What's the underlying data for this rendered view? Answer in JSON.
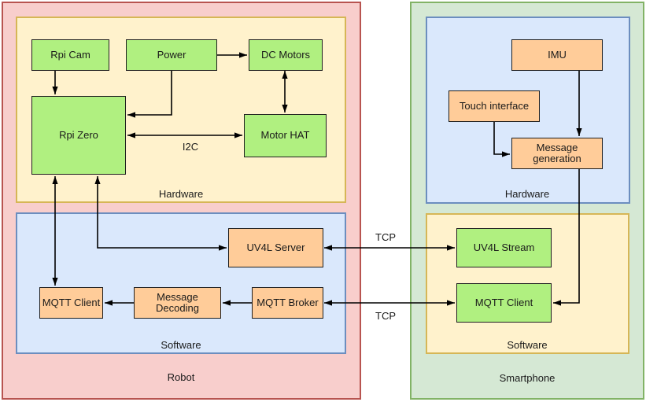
{
  "robot": {
    "label": "Robot",
    "hardware": {
      "label": "Hardware",
      "bus_label": "I2C",
      "nodes": {
        "rpi_cam": "Rpi Cam",
        "power": "Power",
        "dc_motors": "DC Motors",
        "rpi_zero": "Rpi Zero",
        "motor_hat": "Motor HAT"
      }
    },
    "software": {
      "label": "Software",
      "nodes": {
        "uv4l_server": "UV4L Server",
        "mqtt_client": "MQTT Client",
        "message_decoding": "Message Decoding",
        "mqtt_broker": "MQTT Broker"
      }
    }
  },
  "smartphone": {
    "label": "Smartphone",
    "hardware": {
      "label": "Hardware",
      "nodes": {
        "imu": "IMU",
        "touch_interface": "Touch interface",
        "message_generation": "Message generation"
      }
    },
    "software": {
      "label": "Software",
      "nodes": {
        "uv4l_stream": "UV4L Stream",
        "mqtt_client": "MQTT Client"
      }
    }
  },
  "links": {
    "video_protocol": "TCP",
    "control_protocol": "TCP"
  },
  "colors": {
    "robot_container_fill": "#F8CECC",
    "robot_container_stroke": "#B85450",
    "smartphone_container_fill": "#D5E8D4",
    "smartphone_container_stroke": "#82B366",
    "yellow_group_fill": "#FFF2CC",
    "yellow_group_stroke": "#D6B656",
    "blue_group_fill": "#DAE8FC",
    "blue_group_stroke": "#6C8EBF",
    "green_node_fill": "#B0F080",
    "orange_node_fill": "#FFCC99",
    "node_stroke": "#1f1f1f",
    "connector": "#000000"
  }
}
